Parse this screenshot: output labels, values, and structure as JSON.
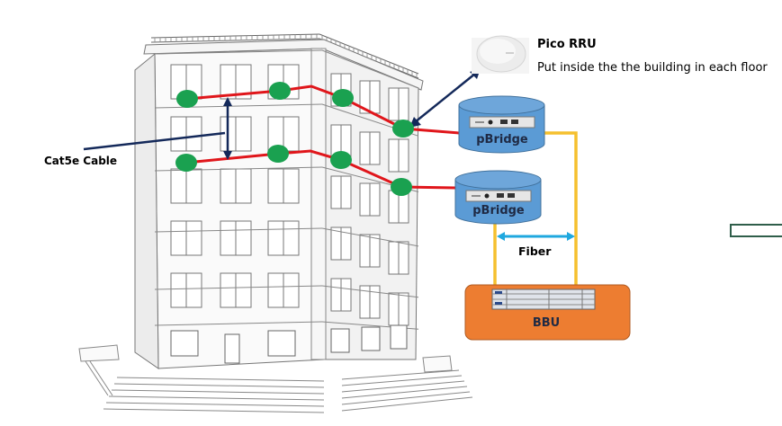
{
  "diagram": {
    "pico_rru": {
      "title": "Pico RRU",
      "description": "Put inside the the building in each floor",
      "icon": "pico-rru-device-icon"
    },
    "cable_label": "Cat5e Cable",
    "fiber_label": "Fiber",
    "pbridges": [
      {
        "label": "pBridge",
        "icon": "rack-device-icon"
      },
      {
        "label": "pBridge",
        "icon": "rack-device-icon"
      }
    ],
    "bbu": {
      "label": "BBU",
      "icon": "bbu-chassis-icon"
    },
    "colors": {
      "ethernet_line": "#e0161b",
      "node": "#1aa150",
      "fiber_line": "#f5c02e",
      "fiber_arrow": "#1fa8df",
      "pointer_arrow": "#14295a",
      "pbridge_fill": "#5b9bd5",
      "pbridge_stroke": "#41719c",
      "bbu_fill": "#ed7d31",
      "bbu_stroke": "#ae5a21"
    },
    "floors": [
      {
        "nodes": 4
      },
      {
        "nodes": 4
      }
    ]
  }
}
